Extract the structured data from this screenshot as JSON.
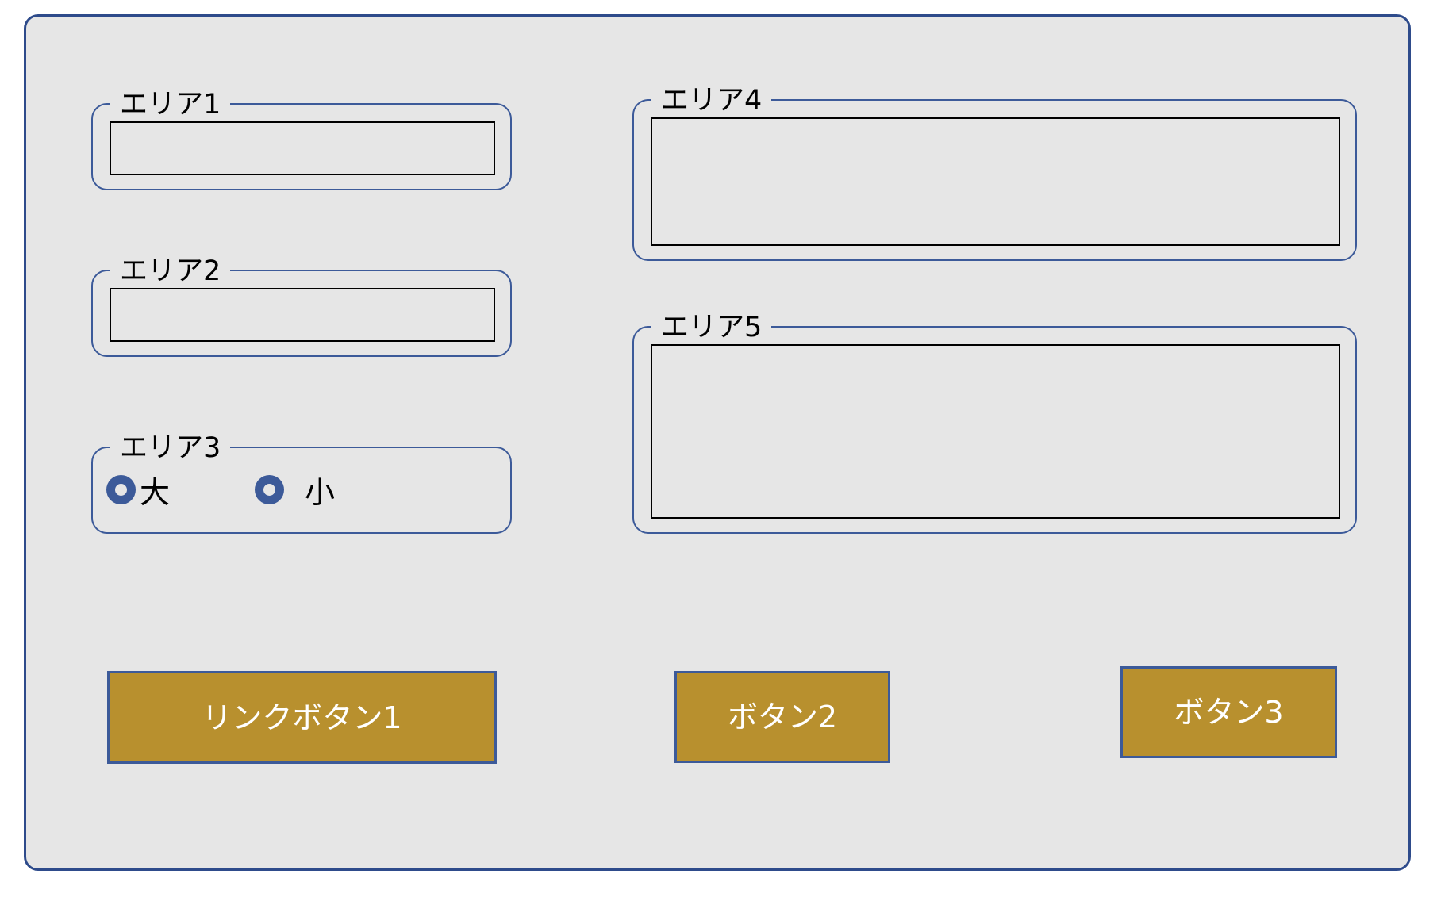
{
  "colors": {
    "panel_background": "#e6e6e6",
    "panel_border": "#2e4b8b",
    "group_border": "#3c5a99",
    "textbox_border": "#000000",
    "radio_fill": "#3c5a99",
    "button_background": "#b8902e",
    "button_border": "#3c5a99",
    "button_text": "#ffffff",
    "page_background": "#ffffff"
  },
  "groups": {
    "area1": {
      "legend": "エリア1",
      "input_value": "",
      "placeholder": ""
    },
    "area2": {
      "legend": "エリア2",
      "input_value": "",
      "placeholder": ""
    },
    "area3": {
      "legend": "エリア3",
      "radios": [
        {
          "label": "大",
          "value": "large",
          "selected": true
        },
        {
          "label": "小",
          "value": "small",
          "selected": true
        }
      ]
    },
    "area4": {
      "legend": "エリア4",
      "input_value": "",
      "placeholder": ""
    },
    "area5": {
      "legend": "エリア5",
      "input_value": "",
      "placeholder": ""
    }
  },
  "buttons": [
    {
      "label": "リンクボタン1",
      "name": "link-button-1"
    },
    {
      "label": "ボタン2",
      "name": "button-2"
    },
    {
      "label": "ボタン3",
      "name": "button-3"
    }
  ]
}
